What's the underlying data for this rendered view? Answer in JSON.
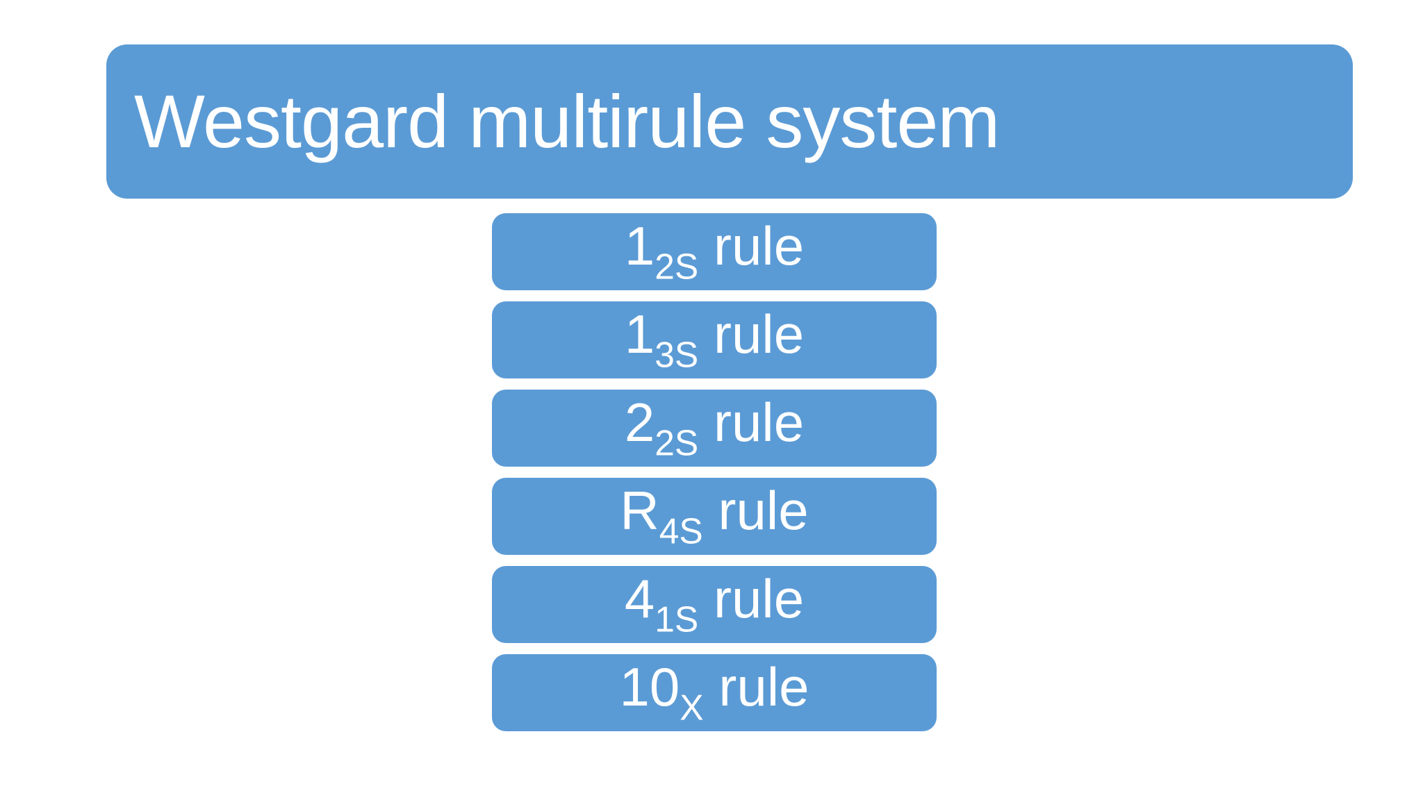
{
  "slide": {
    "title": "Westgard multirule system",
    "accent_color": "#5B9BD5",
    "text_color": "#FFFFFF",
    "background_color": "#FFFFFF",
    "rules": [
      {
        "main": "1",
        "sub": "2S",
        "suffix": "rule"
      },
      {
        "main": "1",
        "sub": "3S",
        "suffix": "rule"
      },
      {
        "main": "2",
        "sub": "2S",
        "suffix": "rule"
      },
      {
        "main": "R",
        "sub": "4S",
        "suffix": "rule"
      },
      {
        "main": "4",
        "sub": "1S",
        "suffix": "rule"
      },
      {
        "main": "10",
        "sub": "X",
        "suffix": "rule"
      }
    ]
  }
}
